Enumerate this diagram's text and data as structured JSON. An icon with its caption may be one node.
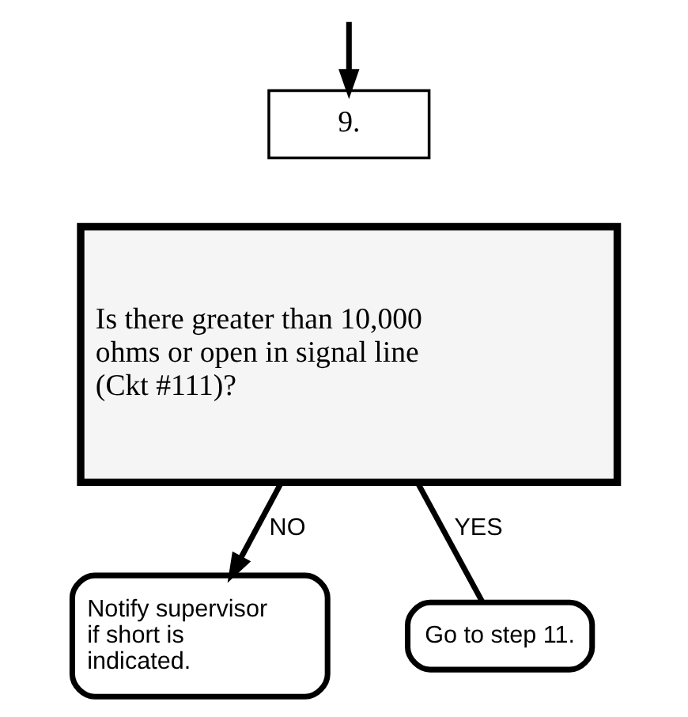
{
  "diagram": {
    "nodes": [
      {
        "text": [
          "9."
        ]
      },
      {
        "text": [
          "Is there greater than 10,000 ohms or open in signal line (Ckt #111)?"
        ]
      },
      {
        "text": [
          "Notify supervisor if short is indicated."
        ]
      },
      {
        "text": [
          "Go to step 11."
        ]
      }
    ],
    "edges": [
      {
        "from": null,
        "to": 0,
        "arrow": "to"
      },
      {
        "from": 1,
        "to": 2,
        "arrow": "to",
        "label": "NO"
      },
      {
        "from": 1,
        "to": 3,
        "arrow": "none",
        "label": "YES"
      }
    ]
  }
}
